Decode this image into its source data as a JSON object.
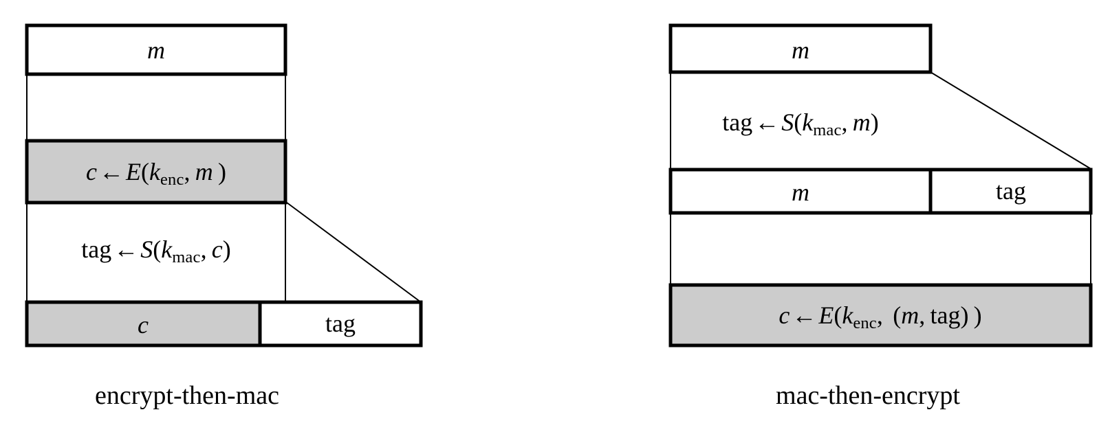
{
  "figure": {
    "background_color": "#ffffff",
    "line_color": "#000000",
    "highlight_fill": "#cccccc",
    "plain_fill": "#ffffff"
  },
  "diagrams": [
    {
      "id": "encrypt-then-mac",
      "caption": "encrypt-then-mac",
      "rows": [
        {
          "id": "left-row-message",
          "shaded": false,
          "cells": [
            {
              "id": "left-cell-m",
              "text_parts": [
                {
                  "style": "italic",
                  "text": "m"
                }
              ],
              "shaded": false
            }
          ]
        },
        {
          "id": "left-row-encrypt",
          "shaded": true,
          "cells": [
            {
              "id": "left-cell-encrypt",
              "shaded": true,
              "text_parts": [
                {
                  "style": "italic",
                  "text": "c"
                },
                {
                  "style": "arrow",
                  "text": "←"
                },
                {
                  "style": "italic",
                  "text": "E"
                },
                {
                  "style": "roman",
                  "text": "("
                },
                {
                  "style": "italic",
                  "text": "k"
                },
                {
                  "style": "subscript",
                  "text": "enc"
                },
                {
                  "style": "roman",
                  "text": ", "
                },
                {
                  "style": "italic",
                  "text": "m"
                },
                {
                  "style": "roman",
                  "text": " )"
                }
              ]
            }
          ]
        },
        {
          "id": "left-row-mac",
          "shaded": false,
          "cells": [
            {
              "id": "left-cell-mac",
              "shaded": false,
              "text_parts": [
                {
                  "style": "roman",
                  "text": "tag"
                },
                {
                  "style": "arrow",
                  "text": "←"
                },
                {
                  "style": "italic",
                  "text": "S"
                },
                {
                  "style": "roman",
                  "text": "("
                },
                {
                  "style": "italic",
                  "text": "k"
                },
                {
                  "style": "subscript",
                  "text": "mac"
                },
                {
                  "style": "roman",
                  "text": ", "
                },
                {
                  "style": "italic",
                  "text": "c"
                },
                {
                  "style": "roman",
                  "text": ")"
                }
              ]
            }
          ]
        },
        {
          "id": "left-row-output",
          "shaded": false,
          "cells": [
            {
              "id": "left-cell-c",
              "text_parts": [
                {
                  "style": "italic",
                  "text": "c"
                }
              ],
              "shaded": true
            },
            {
              "id": "left-cell-tag",
              "text_parts": [
                {
                  "style": "roman",
                  "text": "tag"
                }
              ],
              "shaded": false
            }
          ]
        }
      ]
    },
    {
      "id": "mac-then-encrypt",
      "caption": "mac-then-encrypt",
      "rows": [
        {
          "id": "right-row-message",
          "shaded": false,
          "cells": [
            {
              "id": "right-cell-m",
              "text_parts": [
                {
                  "style": "italic",
                  "text": "m"
                }
              ],
              "shaded": false
            }
          ]
        },
        {
          "id": "right-row-mac",
          "shaded": false,
          "cells": [
            {
              "id": "right-cell-mac",
              "shaded": false,
              "text_parts": [
                {
                  "style": "roman",
                  "text": "tag"
                },
                {
                  "style": "arrow",
                  "text": "←"
                },
                {
                  "style": "italic",
                  "text": "S"
                },
                {
                  "style": "roman",
                  "text": "("
                },
                {
                  "style": "italic",
                  "text": "k"
                },
                {
                  "style": "subscript",
                  "text": "mac"
                },
                {
                  "style": "roman",
                  "text": ", "
                },
                {
                  "style": "italic",
                  "text": "m"
                },
                {
                  "style": "roman",
                  "text": ")"
                }
              ]
            }
          ]
        },
        {
          "id": "right-row-pair",
          "shaded": false,
          "cells": [
            {
              "id": "right-cell-m2",
              "text_parts": [
                {
                  "style": "italic",
                  "text": "m"
                }
              ],
              "shaded": false
            },
            {
              "id": "right-cell-tag",
              "text_parts": [
                {
                  "style": "roman",
                  "text": "tag"
                }
              ],
              "shaded": false
            }
          ]
        },
        {
          "id": "right-row-encrypt",
          "shaded": true,
          "cells": [
            {
              "id": "right-cell-encrypt",
              "shaded": true,
              "text_parts": [
                {
                  "style": "italic",
                  "text": "c"
                },
                {
                  "style": "arrow",
                  "text": "←"
                },
                {
                  "style": "italic",
                  "text": "E"
                },
                {
                  "style": "roman",
                  "text": "("
                },
                {
                  "style": "italic",
                  "text": "k"
                },
                {
                  "style": "subscript",
                  "text": "enc"
                },
                {
                  "style": "roman",
                  "text": ",  ("
                },
                {
                  "style": "italic",
                  "text": "m"
                },
                {
                  "style": "roman",
                  "text": ", tag) )"
                }
              ]
            }
          ]
        }
      ]
    }
  ],
  "labels": {
    "left_m": "m",
    "left_encrypt": "c ← E(kₑₙₔ, m )",
    "left_mac": "tag ← S(kₘₐₔ, c)",
    "left_c": "c",
    "left_tag": "tag",
    "left_caption": "encrypt-then-mac",
    "right_m": "m",
    "right_mac": "tag ← S(kₘₐₔ, m)",
    "right_m2": "m",
    "right_tag": "tag",
    "right_encrypt": "c ← E(kₑₙₔ,  (m, tag) )",
    "right_caption": "mac-then-encrypt"
  }
}
